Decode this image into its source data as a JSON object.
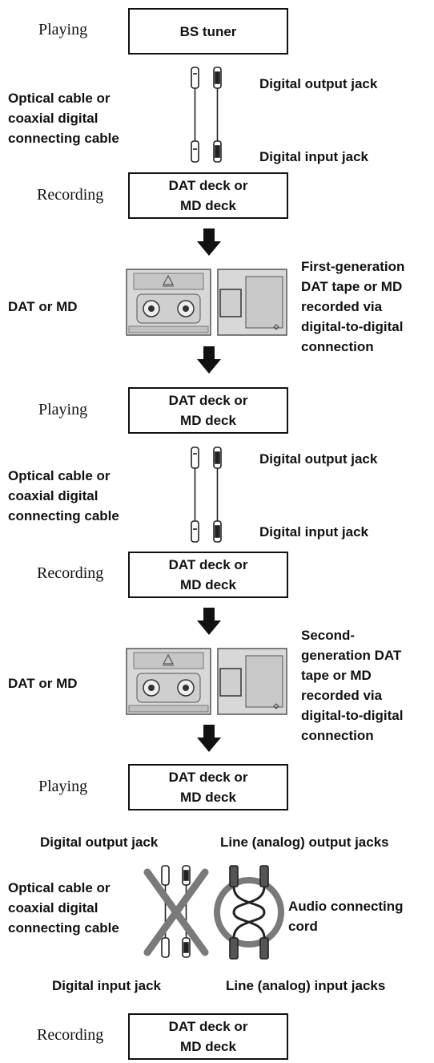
{
  "labels": {
    "playing": "Playing",
    "recording": "Recording"
  },
  "boxes": {
    "bs_tuner": "BS tuner",
    "dat_md_deck": "DAT deck or\nMD deck"
  },
  "connection1": {
    "cable_label": "Optical cable or\ncoaxial digital\nconnecting cable",
    "output_jack": "Digital output jack",
    "input_jack": "Digital input jack"
  },
  "media1": {
    "left_label": "DAT or MD",
    "description": "First-generation\nDAT tape or MD\nrecorded via\ndigital-to-digital\nconnection"
  },
  "connection2": {
    "cable_label": "Optical cable or\ncoaxial digital\nconnecting cable",
    "output_jack": "Digital output jack",
    "input_jack": "Digital input jack"
  },
  "media2": {
    "left_label": "DAT or MD",
    "description": "Second-\ngeneration DAT\ntape or MD\nrecorded via\ndigital-to-digital\nconnection"
  },
  "connection3": {
    "digital_output": "Digital output jack",
    "analog_output": "Line (analog) output jacks",
    "cable_label": "Optical cable or\ncoaxial digital\nconnecting cable",
    "audio_cord": "Audio connecting\ncord",
    "digital_input": "Digital input jack",
    "analog_input": "Line (analog) input jacks"
  },
  "icons": {
    "arrow": "down-arrow-icon",
    "cable": "cable-pair-icon",
    "cassette": "dat-cassette-icon",
    "minidisc": "minidisc-icon",
    "cross": "cross-mark-icon",
    "circle": "circle-mark-icon"
  }
}
